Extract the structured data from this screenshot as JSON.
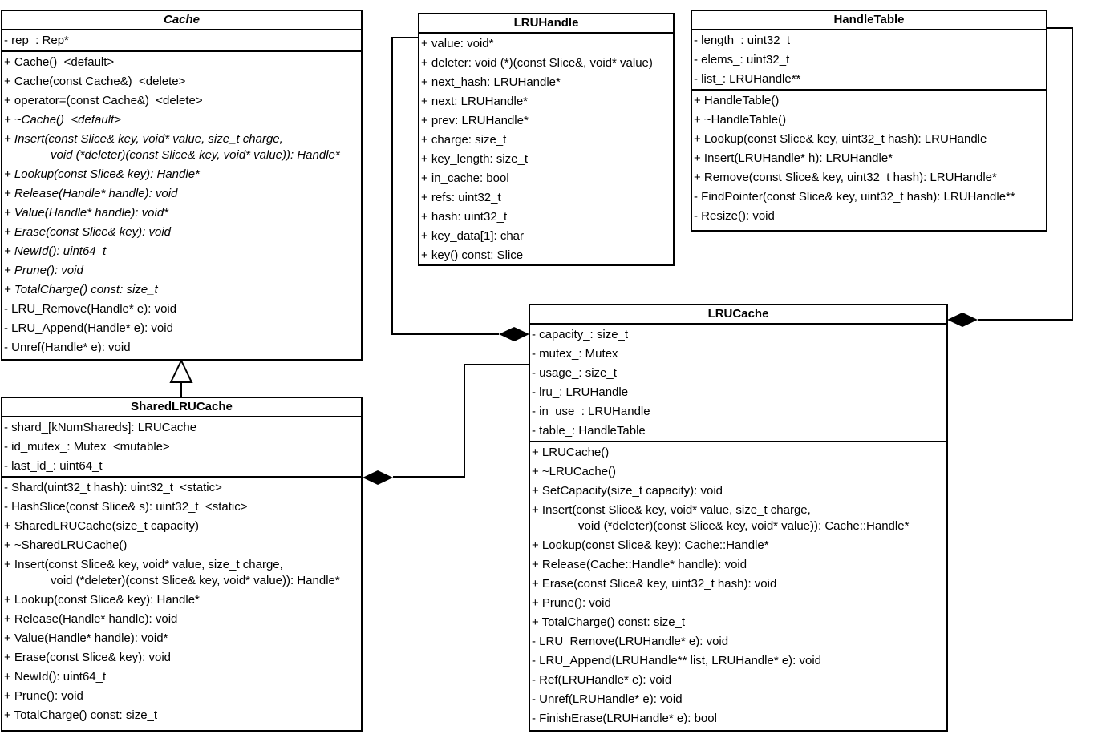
{
  "classes": {
    "cache": {
      "name": "Cache",
      "attributes": [
        "- rep_: Rep*"
      ],
      "methods": [
        {
          "text": "+ Cache()  <default>",
          "italic": false
        },
        {
          "text": "+ Cache(const Cache&)  <delete>",
          "italic": false
        },
        {
          "text": "+ operator=(const Cache&)  <delete>",
          "italic": false
        },
        {
          "text": "+ ~Cache()  <default>",
          "italic": true
        },
        {
          "text": "+ Insert(const Slice& key, void* value, size_t charge,",
          "text2": "void (*deleter)(const Slice& key, void* value)): Handle*",
          "italic": true
        },
        {
          "text": "+ Lookup(const Slice& key): Handle*",
          "italic": true
        },
        {
          "text": "+ Release(Handle* handle): void",
          "italic": true
        },
        {
          "text": "+ Value(Handle* handle): void*",
          "italic": true
        },
        {
          "text": "+ Erase(const Slice& key): void",
          "italic": true
        },
        {
          "text": "+ NewId(): uint64_t",
          "italic": true
        },
        {
          "text": "+ Prune(): void",
          "italic": true
        },
        {
          "text": "+ TotalCharge() const: size_t",
          "italic": true
        },
        {
          "text": "- LRU_Remove(Handle* e): void",
          "italic": false
        },
        {
          "text": "- LRU_Append(Handle* e): void",
          "italic": false
        },
        {
          "text": "- Unref(Handle* e): void",
          "italic": false
        }
      ]
    },
    "sharedlrucache": {
      "name": "SharedLRUCache",
      "attributes": [
        "- shard_[kNumShareds]: LRUCache",
        "- id_mutex_: Mutex  <mutable>",
        "- last_id_: uint64_t"
      ],
      "methods": [
        {
          "text": "- Shard(uint32_t hash): uint32_t  <static>"
        },
        {
          "text": "- HashSlice(const Slice& s): uint32_t  <static>"
        },
        {
          "text": "+ SharedLRUCache(size_t capacity)"
        },
        {
          "text": "+ ~SharedLRUCache()"
        },
        {
          "text": "+ Insert(const Slice& key, void* value, size_t charge,",
          "text2": "void (*deleter)(const Slice& key, void* value)): Handle*"
        },
        {
          "text": "+ Lookup(const Slice& key): Handle*"
        },
        {
          "text": "+ Release(Handle* handle): void"
        },
        {
          "text": "+ Value(Handle* handle): void*"
        },
        {
          "text": "+ Erase(const Slice& key): void"
        },
        {
          "text": "+ NewId(): uint64_t"
        },
        {
          "text": "+ Prune(): void"
        },
        {
          "text": "+ TotalCharge() const: size_t"
        }
      ]
    },
    "lruhandle": {
      "name": "LRUHandle",
      "attributes": [
        "+ value: void*",
        "+ deleter: void (*)(const Slice&, void* value)",
        "+ next_hash: LRUHandle*",
        "+ next: LRUHandle*",
        "+ prev: LRUHandle*",
        "+ charge: size_t",
        "+ key_length: size_t",
        "+ in_cache: bool",
        "+ refs: uint32_t",
        "+ hash: uint32_t",
        "+ key_data[1]: char",
        "+ key() const: Slice"
      ]
    },
    "handletable": {
      "name": "HandleTable",
      "attributes": [
        "- length_: uint32_t",
        "- elems_: uint32_t",
        "- list_: LRUHandle**"
      ],
      "methods": [
        {
          "text": "+ HandleTable()"
        },
        {
          "text": "+ ~HandleTable()"
        },
        {
          "text": "+ Lookup(const Slice& key, uint32_t hash): LRUHandle"
        },
        {
          "text": "+ Insert(LRUHandle* h): LRUHandle*"
        },
        {
          "text": "+ Remove(const Slice& key, uint32_t hash): LRUHandle*"
        },
        {
          "text": "- FindPointer(const Slice& key, uint32_t hash): LRUHandle**"
        },
        {
          "text": "- Resize(): void"
        }
      ]
    },
    "lrucache": {
      "name": "LRUCache",
      "attributes": [
        "- capacity_: size_t",
        "- mutex_: Mutex",
        "- usage_: size_t",
        "- lru_: LRUHandle",
        "- in_use_: LRUHandle",
        "- table_: HandleTable"
      ],
      "methods": [
        {
          "text": "+ LRUCache()"
        },
        {
          "text": "+ ~LRUCache()"
        },
        {
          "text": "+ SetCapacity(size_t capacity): void"
        },
        {
          "text": "+ Insert(const Slice& key, void* value, size_t charge,",
          "text2": "void (*deleter)(const Slice& key, void* value)): Cache::Handle*"
        },
        {
          "text": "+ Lookup(const Slice& key): Cache::Handle*"
        },
        {
          "text": "+ Release(Cache::Handle* handle): void"
        },
        {
          "text": "+ Erase(const Slice& key, uint32_t hash): void"
        },
        {
          "text": "+ Prune(): void"
        },
        {
          "text": "+ TotalCharge() const: size_t"
        },
        {
          "text": "- LRU_Remove(LRUHandle* e): void"
        },
        {
          "text": "- LRU_Append(LRUHandle** list, LRUHandle* e): void"
        },
        {
          "text": "- Ref(LRUHandle* e): void"
        },
        {
          "text": "- Unref(LRUHandle* e): void"
        },
        {
          "text": "- FinishErase(LRUHandle* e): bool"
        }
      ]
    }
  },
  "relations": [
    {
      "type": "generalization",
      "from": "sharedlrucache",
      "to": "cache"
    },
    {
      "type": "composition",
      "whole": "sharedlrucache",
      "part": "lrucache"
    },
    {
      "type": "composition",
      "whole": "lrucache",
      "part": "lruhandle"
    },
    {
      "type": "composition",
      "whole": "lrucache",
      "part": "handletable"
    }
  ]
}
